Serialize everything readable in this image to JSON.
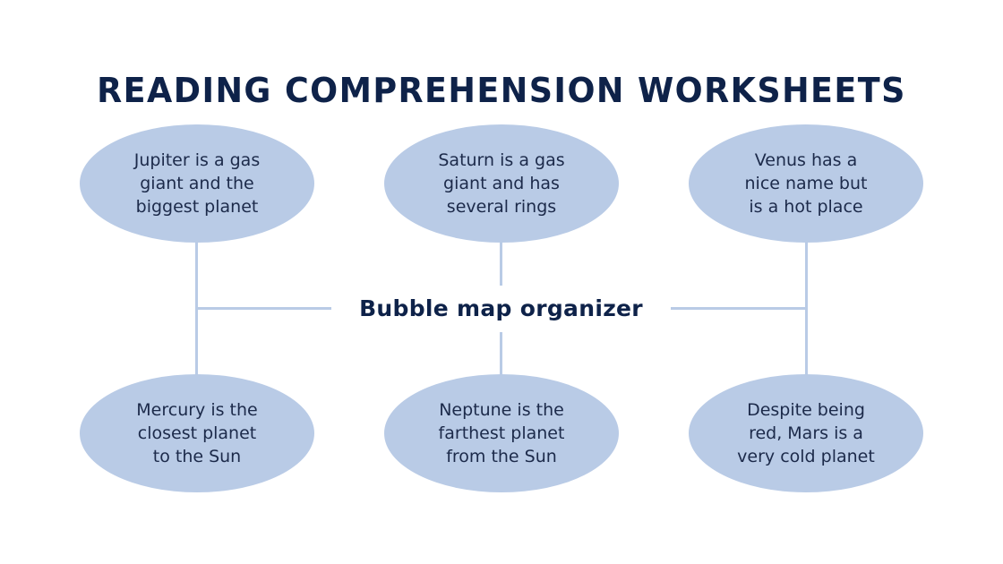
{
  "title": "READING COMPREHENSION WORKSHEETS",
  "center_label": "Bubble map organizer",
  "colors": {
    "title": "#0e2249",
    "bubble_fill": "#b9cbe6",
    "connector": "#b9cbe6",
    "bubble_text": "#1c2a4a",
    "background": "#ffffff"
  },
  "bubbles": {
    "top": [
      {
        "text": "Jupiter is a gas\ngiant and the\nbiggest planet"
      },
      {
        "text": "Saturn is a gas\ngiant and has\nseveral rings"
      },
      {
        "text": "Venus has a\nnice name but\nis a hot place"
      }
    ],
    "bottom": [
      {
        "text": "Mercury is the\nclosest planet\nto the Sun"
      },
      {
        "text": "Neptune is the\nfarthest planet\nfrom the Sun"
      },
      {
        "text": "Despite being\nred, Mars is a\nvery cold planet"
      }
    ]
  }
}
